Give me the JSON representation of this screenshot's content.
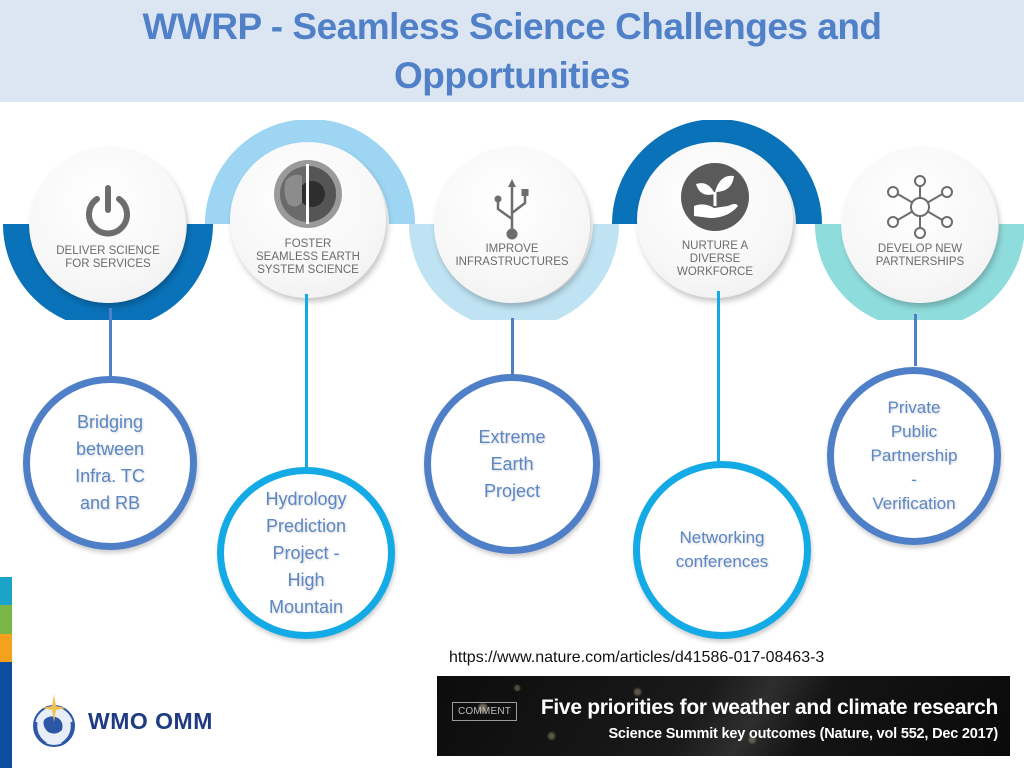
{
  "slide": {
    "title_line1": "WWRP - Seamless Science Challenges and",
    "title_line2": "Opportunities"
  },
  "colors": {
    "title": "#5081c8",
    "title_bg": "#dce6f2",
    "dark_blue": "#0a72b8",
    "light_blue": "#9dd5f3",
    "pale_blue": "#bfe3f2",
    "teal": "#8fdcdc",
    "bubble_blue": "#4f7fc6",
    "bubble_cyan": "#13aae6"
  },
  "priorities": [
    {
      "icon": "power-icon",
      "line1": "DELIVER SCIENCE",
      "line2": "FOR SERVICES",
      "line3": ""
    },
    {
      "icon": "earth-icon",
      "line1": "FOSTER",
      "line2": "SEAMLESS EARTH",
      "line3": "SYSTEM SCIENCE"
    },
    {
      "icon": "usb-icon",
      "line1": "IMPROVE",
      "line2": "INFRASTRUCTURES",
      "line3": ""
    },
    {
      "icon": "plant-in-hand-icon",
      "line1": "NURTURE A",
      "line2": "DIVERSE",
      "line3": "WORKFORCE"
    },
    {
      "icon": "network-icon",
      "line1": "DEVELOP NEW",
      "line2": "PARTNERSHIPS",
      "line3": ""
    }
  ],
  "opportunities": [
    {
      "lines": [
        "Bridging",
        "between",
        "Infra. TC",
        "and RB"
      ]
    },
    {
      "lines": [
        "Hydrology",
        "Prediction",
        "Project -",
        "High",
        "Mountain"
      ]
    },
    {
      "lines": [
        "Extreme",
        "Earth",
        "Project"
      ]
    },
    {
      "lines": [
        "Networking",
        "conferences"
      ]
    },
    {
      "lines": [
        "Private",
        "Public",
        "Partnership",
        "-",
        "Verification"
      ]
    }
  ],
  "reference": {
    "url": "https://www.nature.com/articles/d41586-017-08463-3",
    "banner_tag": "COMMENT",
    "banner_title": "Five priorities for weather and climate research",
    "banner_subtitle": "Science Summit key outcomes (Nature, vol 552, Dec 2017)"
  },
  "logo": {
    "text": "WMO OMM"
  }
}
